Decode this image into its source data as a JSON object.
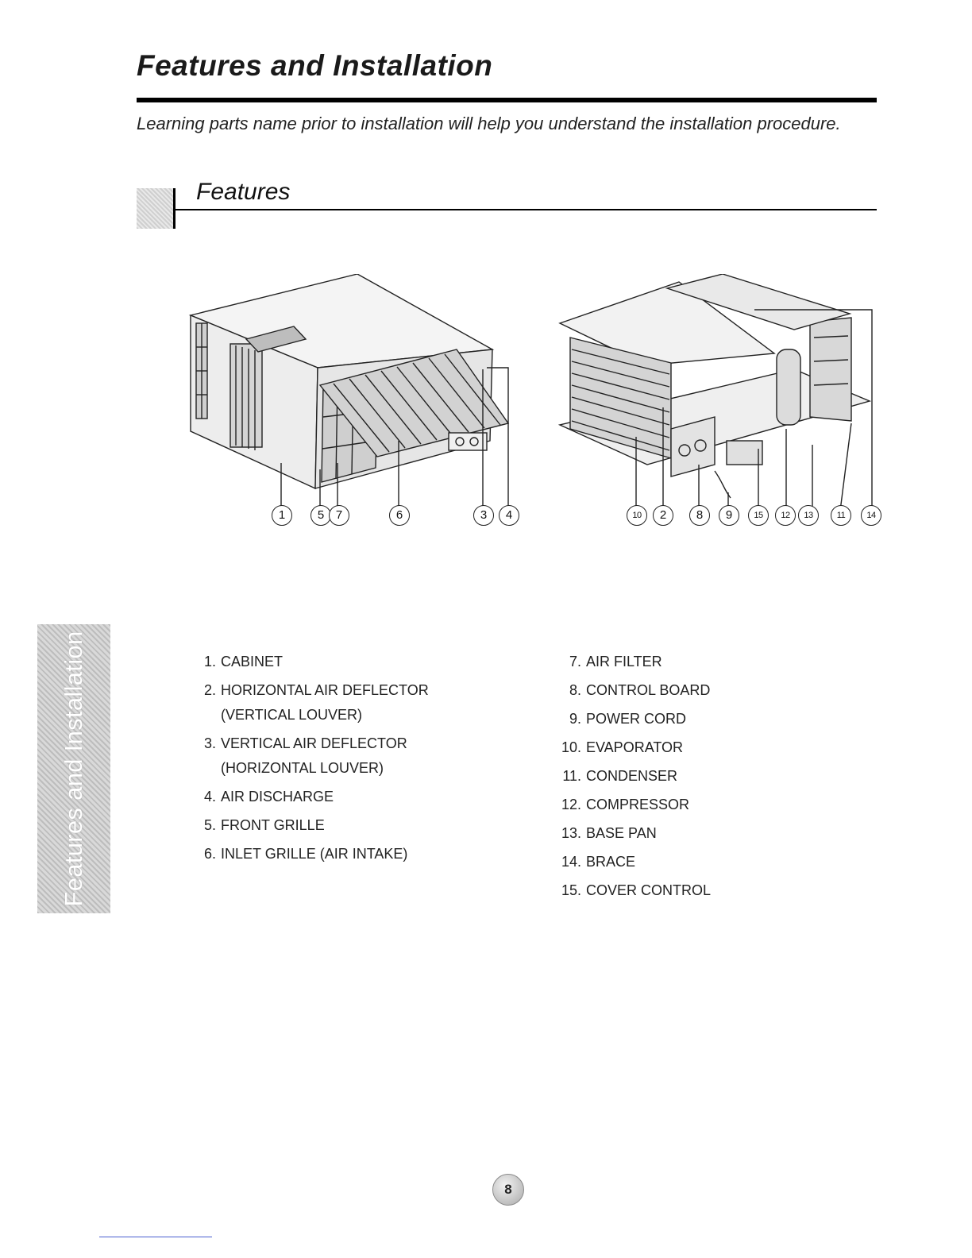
{
  "header": {
    "title": "Features and Installation",
    "intro": "Learning parts name prior to installation will help you understand the installation procedure."
  },
  "section": {
    "title": "Features"
  },
  "side_tab": {
    "label": "Features and Installation"
  },
  "callouts_left": [
    "1",
    "5",
    "7",
    "6",
    "3",
    "4"
  ],
  "callouts_right": [
    "10",
    "2",
    "8",
    "9",
    "15",
    "12",
    "13",
    "11",
    "14"
  ],
  "parts_left": [
    {
      "num": "1.",
      "name": "CABINET",
      "sub": ""
    },
    {
      "num": "2.",
      "name": "HORIZONTAL AIR DEFLECTOR",
      "sub": "(VERTICAL LOUVER)"
    },
    {
      "num": "3.",
      "name": "VERTICAL AIR DEFLECTOR",
      "sub": "(HORIZONTAL LOUVER)"
    },
    {
      "num": "4.",
      "name": "AIR DISCHARGE",
      "sub": ""
    },
    {
      "num": "5.",
      "name": "FRONT GRILLE",
      "sub": ""
    },
    {
      "num": "6.",
      "name": "INLET GRILLE (AIR INTAKE)",
      "sub": ""
    }
  ],
  "parts_right": [
    {
      "num": "7.",
      "name": "AIR FILTER"
    },
    {
      "num": "8.",
      "name": "CONTROL BOARD"
    },
    {
      "num": "9.",
      "name": "POWER CORD"
    },
    {
      "num": "10.",
      "name": "EVAPORATOR"
    },
    {
      "num": "11.",
      "name": "CONDENSER"
    },
    {
      "num": "12.",
      "name": "COMPRESSOR"
    },
    {
      "num": "13.",
      "name": "BASE PAN"
    },
    {
      "num": "14.",
      "name": "BRACE"
    },
    {
      "num": "15.",
      "name": "COVER CONTROL"
    }
  ],
  "page": {
    "number": "8"
  }
}
